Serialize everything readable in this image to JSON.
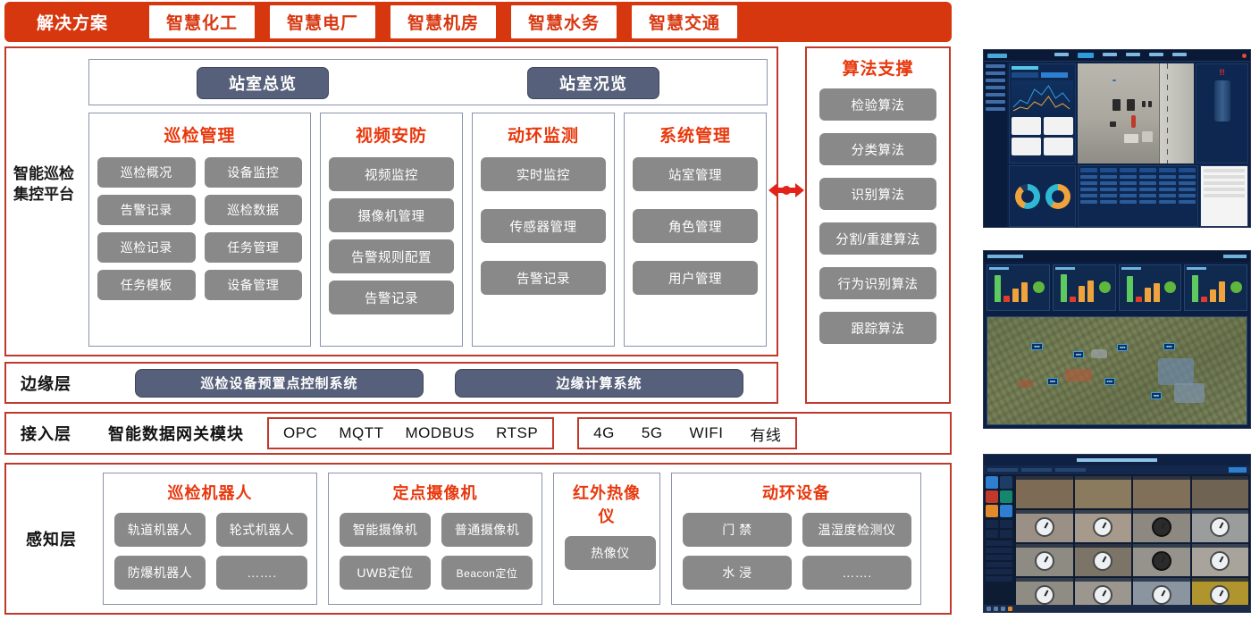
{
  "nav": {
    "tabs": [
      {
        "label": "解决方案",
        "active": true
      },
      {
        "label": "智慧化工",
        "active": false
      },
      {
        "label": "智慧电厂",
        "active": false
      },
      {
        "label": "智慧机房",
        "active": false
      },
      {
        "label": "智慧水务",
        "active": false
      },
      {
        "label": "智慧交通",
        "active": false
      }
    ]
  },
  "platform": {
    "label": "智能巡检集控平台",
    "overview_buttons": [
      "站室总览",
      "站室况览"
    ],
    "modules": [
      {
        "title": "巡检管理",
        "items": [
          "巡检概况",
          "设备监控",
          "告警记录",
          "巡检数据",
          "巡检记录",
          "任务管理",
          "任务模板",
          "设备管理"
        ]
      },
      {
        "title": "视频安防",
        "items": [
          "视频监控",
          "摄像机管理",
          "告警规则配置",
          "告警记录"
        ]
      },
      {
        "title": "动环监测",
        "items": [
          "实时监控",
          "传感器管理",
          "告警记录"
        ]
      },
      {
        "title": "系统管理",
        "items": [
          "站室管理",
          "角色管理",
          "用户管理"
        ]
      }
    ]
  },
  "connector": {
    "icon": "double-arrow-icon",
    "color": "#E2221B"
  },
  "algorithm": {
    "title": "算法支撑",
    "items": [
      "检验算法",
      "分类算法",
      "识别算法",
      "分割/重建算法",
      "行为识别算法",
      "跟踪算法"
    ]
  },
  "edge_layer": {
    "label": "边缘层",
    "items": [
      "巡检设备预置点控制系统",
      "边缘计算系统"
    ]
  },
  "access_layer": {
    "label": "接入层",
    "gateway": "智能数据网关模块",
    "protocols": [
      "OPC",
      "MQTT",
      "MODBUS",
      "RTSP"
    ],
    "networks": [
      "4G",
      "5G",
      "WIFI",
      "有线"
    ]
  },
  "perception_layer": {
    "label": "感知层",
    "groups": [
      {
        "title": "巡检机器人",
        "items": [
          "轨道机器人",
          "轮式机器人",
          "防爆机器人",
          "……."
        ]
      },
      {
        "title": "定点摄像机",
        "items": [
          "智能摄像机",
          "普通摄像机",
          "UWB定位",
          "Beacon定位"
        ]
      },
      {
        "title": "红外热像仪",
        "items": [
          "热像仪"
        ]
      },
      {
        "title": "动环设备",
        "items": [
          "门 禁",
          "温湿度检测仪",
          "水 浸",
          "……."
        ]
      }
    ]
  },
  "screenshots": [
    {
      "name": "station-overview-dashboard",
      "kind": "dark-blue dashboard with live video, gauges, donut charts and alarm table"
    },
    {
      "name": "map-statistics-dashboard",
      "kind": "satellite map with station pins and four bar-chart cards"
    },
    {
      "name": "video-wall-dashboard",
      "kind": "16-cell video wall of pressure gauge snapshots"
    }
  ],
  "colors": {
    "brand_red": "#D7370F",
    "border_red": "#C0392B",
    "title_red": "#E8380D",
    "pill_slate": "#56607A",
    "button_gray": "#898989"
  }
}
